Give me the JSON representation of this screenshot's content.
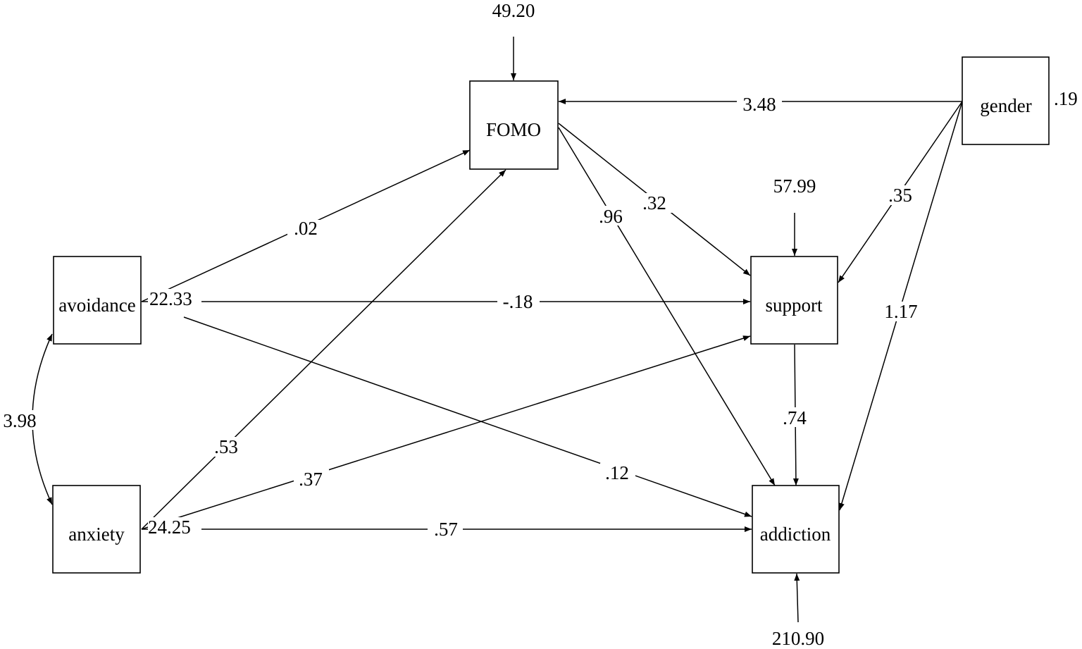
{
  "nodes": {
    "fomo": {
      "label": "FOMO"
    },
    "gender": {
      "label": "gender"
    },
    "avoidance": {
      "label": "avoidance"
    },
    "support": {
      "label": "support"
    },
    "anxiety": {
      "label": "anxiety"
    },
    "addiction": {
      "label": "addiction"
    }
  },
  "variances": {
    "fomo": "49.20",
    "support": "57.99",
    "addiction": "210.90",
    "gender": ".19",
    "avoidance": "22.33",
    "anxiety": "24.25"
  },
  "covariance": {
    "avoidance_anxiety": "3.98"
  },
  "paths": {
    "gender_fomo": "3.48",
    "avoidance_fomo": ".02",
    "anxiety_fomo": ".53",
    "fomo_addiction": ".96",
    "fomo_support": ".32",
    "gender_support": ".35",
    "gender_addiction": "1.17",
    "avoidance_support": "-.18",
    "avoidance_addiction": ".12",
    "anxiety_support": ".37",
    "anxiety_addiction": ".57",
    "support_addiction": ".74"
  }
}
